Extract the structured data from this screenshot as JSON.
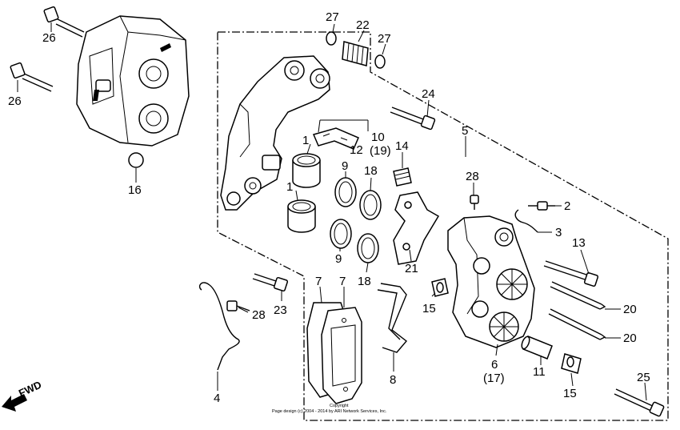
{
  "diagram": {
    "labels": [
      {
        "id": "26a",
        "text": "26"
      },
      {
        "id": "26b",
        "text": "26"
      },
      {
        "id": "16",
        "text": "16"
      },
      {
        "id": "27a",
        "text": "27"
      },
      {
        "id": "22",
        "text": "22"
      },
      {
        "id": "27b",
        "text": "27"
      },
      {
        "id": "24",
        "text": "24"
      },
      {
        "id": "5",
        "text": "5"
      },
      {
        "id": "10",
        "text": "10"
      },
      {
        "id": "19",
        "text": "(19)"
      },
      {
        "id": "12",
        "text": "12"
      },
      {
        "id": "14",
        "text": "14"
      },
      {
        "id": "1a",
        "text": "1"
      },
      {
        "id": "1b",
        "text": "1"
      },
      {
        "id": "9a",
        "text": "9"
      },
      {
        "id": "9b",
        "text": "9"
      },
      {
        "id": "18a",
        "text": "18"
      },
      {
        "id": "18b",
        "text": "18"
      },
      {
        "id": "28a",
        "text": "28"
      },
      {
        "id": "2",
        "text": "2"
      },
      {
        "id": "3",
        "text": "3"
      },
      {
        "id": "13",
        "text": "13"
      },
      {
        "id": "21",
        "text": "21"
      },
      {
        "id": "15a",
        "text": "15"
      },
      {
        "id": "7a",
        "text": "7"
      },
      {
        "id": "7b",
        "text": "7"
      },
      {
        "id": "23",
        "text": "23"
      },
      {
        "id": "28b",
        "text": "28"
      },
      {
        "id": "20a",
        "text": "20"
      },
      {
        "id": "20b",
        "text": "20"
      },
      {
        "id": "6",
        "text": "6"
      },
      {
        "id": "17",
        "text": "(17)"
      },
      {
        "id": "11",
        "text": "11"
      },
      {
        "id": "15b",
        "text": "15"
      },
      {
        "id": "25",
        "text": "25"
      },
      {
        "id": "8",
        "text": "8"
      },
      {
        "id": "4",
        "text": "4"
      }
    ],
    "fwd_label": "FWD",
    "copyright_line1": "Copyright",
    "copyright_line2": "Page design (c) 2004 - 2014 by ARI Network Services, Inc."
  }
}
